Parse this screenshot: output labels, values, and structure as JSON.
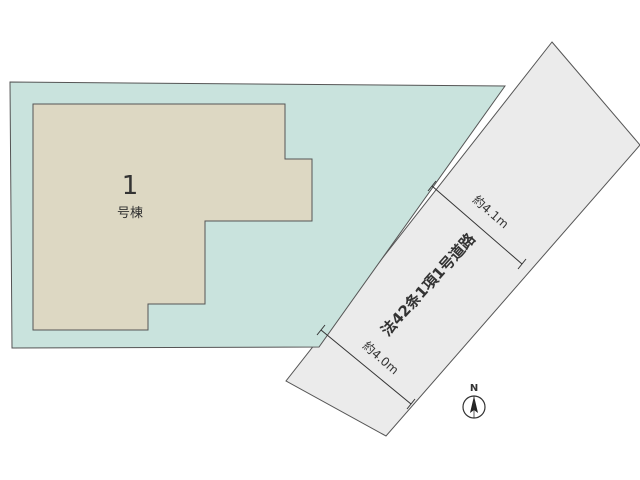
{
  "building": {
    "number": "1",
    "label": "号棟"
  },
  "road": {
    "name": "法42条1項1号道路",
    "width_upper": "約4.1m",
    "width_lower": "約4.0m"
  },
  "compass": {
    "north_label": "N"
  },
  "colors": {
    "lot": "#c9e3dd",
    "building": "#ddd8c3",
    "road": "#ebebeb",
    "outline": "#555555"
  }
}
